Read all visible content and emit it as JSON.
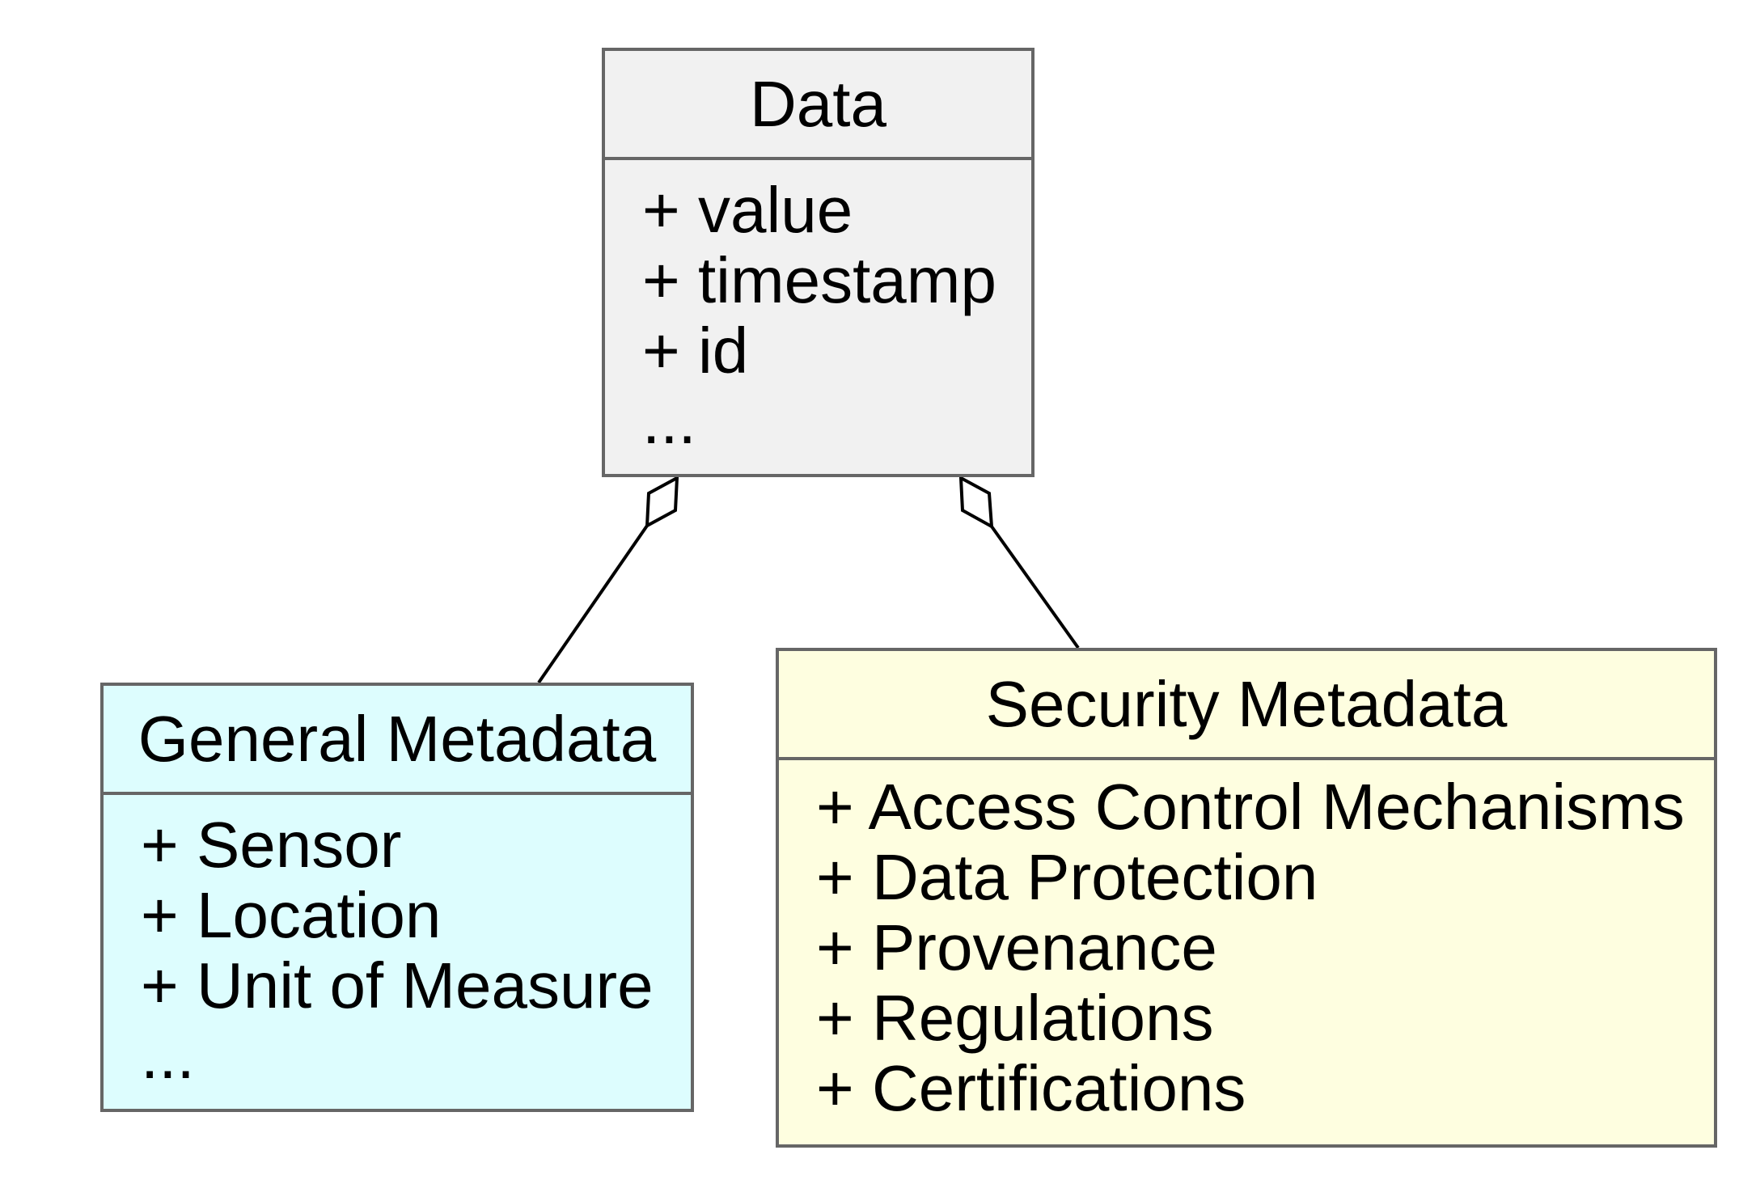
{
  "diagram": {
    "classes": {
      "data": {
        "name": "Data",
        "attributes": [
          "+ value",
          "+ timestamp",
          "+ id",
          "..."
        ],
        "fill": "#f1f1f1"
      },
      "general_metadata": {
        "name": "General Metadata",
        "attributes": [
          "+ Sensor",
          "+ Location",
          "+ Unit of Measure",
          "..."
        ],
        "fill": "#ddfdfe"
      },
      "security_metadata": {
        "name": "Security Metadata",
        "attributes": [
          "+ Access Control Mechanisms",
          "+ Data Protection",
          "+ Provenance",
          "+ Regulations",
          "+ Certifications"
        ],
        "fill": "#fefee0"
      }
    },
    "relationships": [
      {
        "type": "aggregation",
        "whole": "Data",
        "part": "General Metadata"
      },
      {
        "type": "aggregation",
        "whole": "Data",
        "part": "Security Metadata"
      }
    ],
    "colors": {
      "border": "#666666",
      "line": "#000000"
    }
  }
}
